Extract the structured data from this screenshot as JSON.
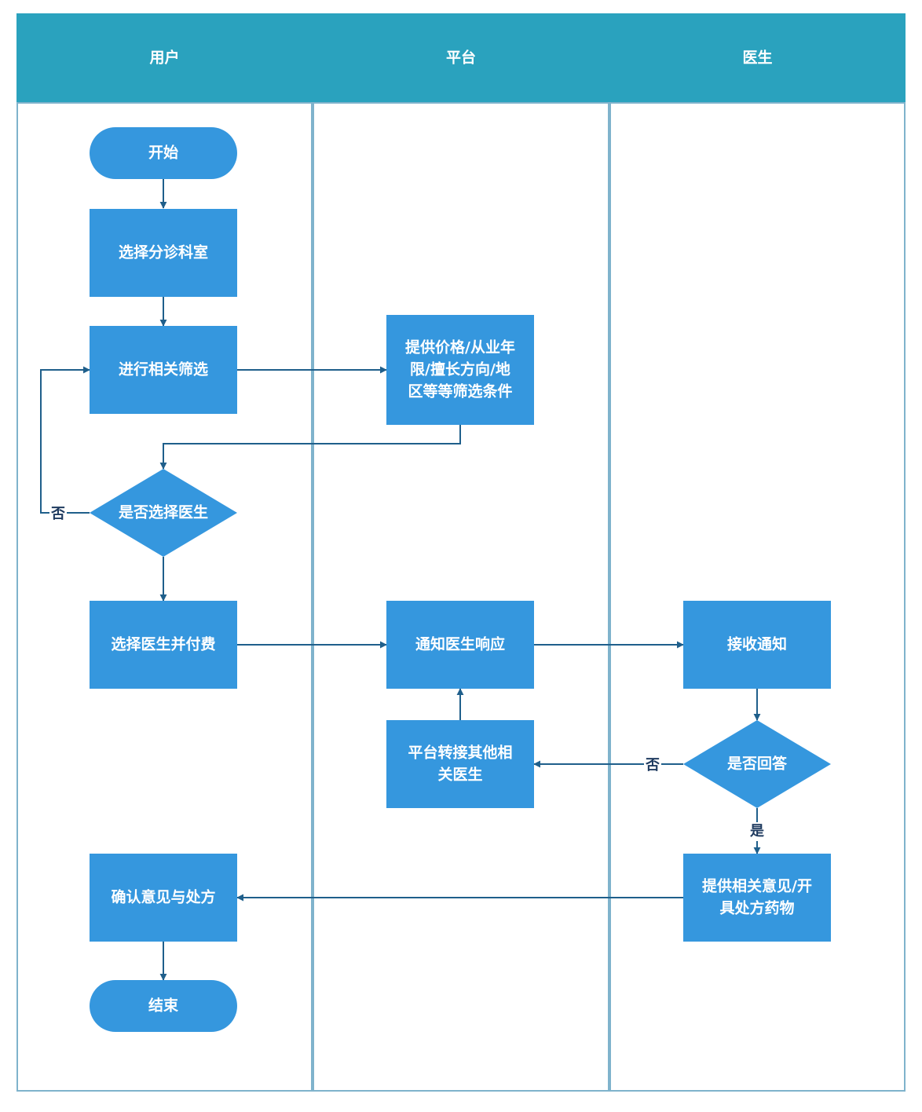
{
  "colors": {
    "header": "#2aa2be",
    "lane_border": "#7fb3cc",
    "node_fill": "#3597de",
    "edge": "#1f5f8b",
    "label_text": "#1e3a5f"
  },
  "lanes": [
    {
      "id": "user",
      "title": "用户"
    },
    {
      "id": "platform",
      "title": "平台"
    },
    {
      "id": "doctor",
      "title": "医生"
    }
  ],
  "nodes": {
    "start": {
      "shape": "terminal",
      "lines": [
        "开始"
      ]
    },
    "choose_dept": {
      "shape": "process",
      "lines": [
        "选择分诊科室"
      ]
    },
    "filter": {
      "shape": "process",
      "lines": [
        "进行相关筛选"
      ]
    },
    "provide_filters": {
      "shape": "process",
      "lines": [
        "提供价格/从业年",
        "限/擅长方向/地",
        "区等等筛选条件"
      ]
    },
    "choose_doctor_q": {
      "shape": "decision",
      "lines": [
        "是否选择医生"
      ]
    },
    "pay": {
      "shape": "process",
      "lines": [
        "选择医生并付费"
      ]
    },
    "notify": {
      "shape": "process",
      "lines": [
        "通知医生响应"
      ]
    },
    "receive": {
      "shape": "process",
      "lines": [
        "接收通知"
      ]
    },
    "transfer": {
      "shape": "process",
      "lines": [
        "平台转接其他相",
        "关医生"
      ]
    },
    "answer_q": {
      "shape": "decision",
      "lines": [
        "是否回答"
      ]
    },
    "advise": {
      "shape": "process",
      "lines": [
        "提供相关意见/开",
        "具处方药物"
      ]
    },
    "confirm": {
      "shape": "process",
      "lines": [
        "确认意见与处方"
      ]
    },
    "end": {
      "shape": "terminal",
      "lines": [
        "结束"
      ]
    }
  },
  "edges": [
    {
      "from": "start",
      "to": "choose_dept",
      "label": ""
    },
    {
      "from": "choose_dept",
      "to": "filter",
      "label": ""
    },
    {
      "from": "filter",
      "to": "provide_filters",
      "label": ""
    },
    {
      "from": "provide_filters",
      "to": "choose_doctor_q",
      "label": ""
    },
    {
      "from": "choose_doctor_q",
      "to": "filter",
      "label": "否"
    },
    {
      "from": "choose_doctor_q",
      "to": "pay",
      "label": ""
    },
    {
      "from": "pay",
      "to": "notify",
      "label": ""
    },
    {
      "from": "notify",
      "to": "receive",
      "label": ""
    },
    {
      "from": "receive",
      "to": "answer_q",
      "label": ""
    },
    {
      "from": "answer_q",
      "to": "transfer",
      "label": "否"
    },
    {
      "from": "transfer",
      "to": "notify",
      "label": ""
    },
    {
      "from": "answer_q",
      "to": "advise",
      "label": "是"
    },
    {
      "from": "advise",
      "to": "confirm",
      "label": ""
    },
    {
      "from": "confirm",
      "to": "end",
      "label": ""
    }
  ]
}
